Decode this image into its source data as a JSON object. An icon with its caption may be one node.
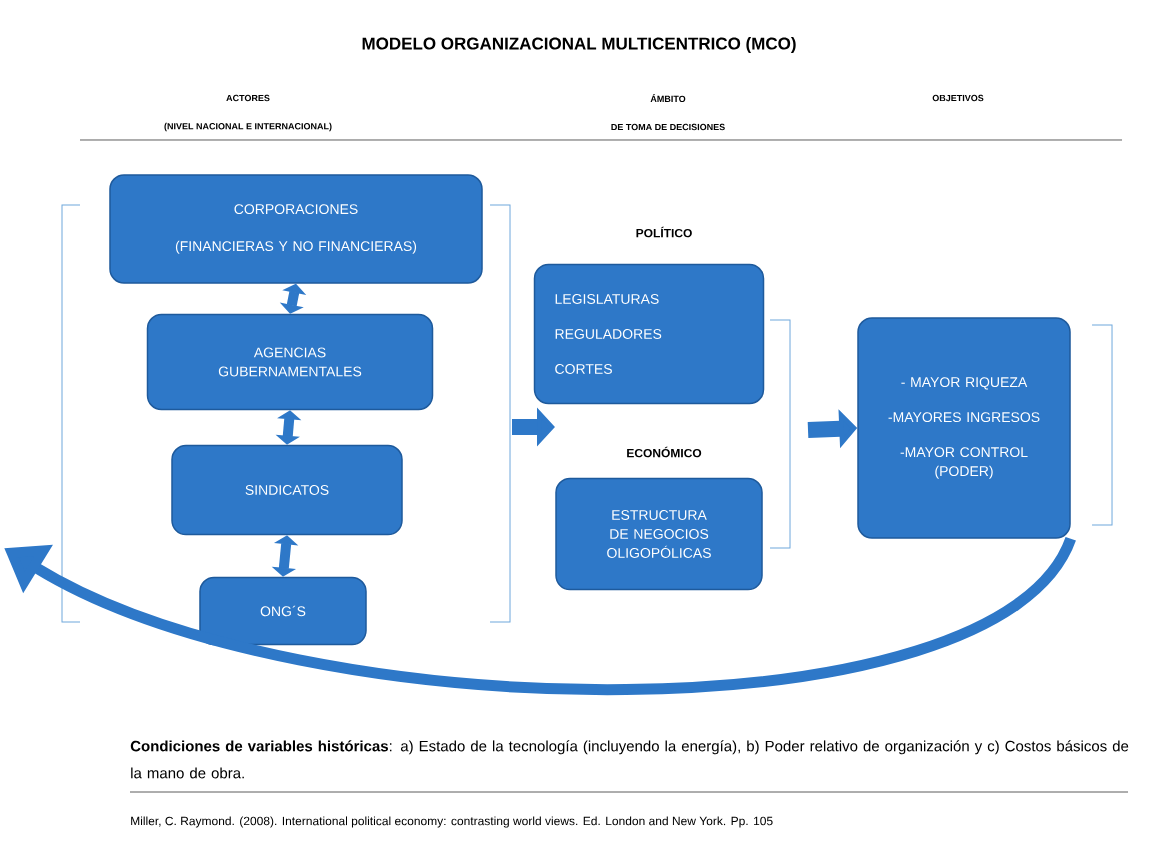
{
  "diagram": {
    "title": "MODELO ORGANIZACIONAL MULTICENTRICO (MCO)",
    "nodes": [
      {
        "text": [
          "CORPORACIONES",
          "(FINANCIERAS Y NO FINANCIERAS)"
        ]
      },
      {
        "text": [
          "AGENCIAS GUBERNAMENTALES"
        ]
      },
      {
        "text": [
          "SINDICATOS"
        ]
      },
      {
        "text": [
          "ONG´S"
        ]
      },
      {
        "text": [
          "LEGISLATURAS",
          "REGULADORES",
          "CORTES"
        ]
      },
      {
        "text": [
          "ESTRUCTURA DE NEGOCIOS OLIGOPÓLICAS"
        ]
      },
      {
        "text": [
          "- MAYOR RIQUEZA",
          "-MAYORES INGRESOS",
          "-MAYOR CONTROL (PODER)"
        ]
      }
    ],
    "edges": [
      {
        "from": 0,
        "to": 1,
        "arrow": "both"
      },
      {
        "from": 1,
        "to": 2,
        "arrow": "both"
      },
      {
        "from": 2,
        "to": 3,
        "arrow": "both"
      },
      {
        "from": null,
        "to": 6,
        "arrow": "to"
      },
      {
        "from": 6,
        "to": null,
        "arrow": "to"
      }
    ],
    "labels": [
      "ACTORES",
      "ÁMBITO",
      "OBJETIVOS",
      "(NIVEL NACIONAL E INTERNACIONAL)",
      "DE TOMA DE DECISIONES",
      "POLÍTICO",
      "ECONÓMICO",
      "**Condiciones de variables históricas**: a) Estado de la tecnología (incluyendo la energía), b) Poder relativo de organización y c) Costos básicos de la mano de obra.",
      "Miller, C. Raymond. (2008). International political economy: contrasting world views. Ed. London and New York. Pp. 105"
    ]
  }
}
